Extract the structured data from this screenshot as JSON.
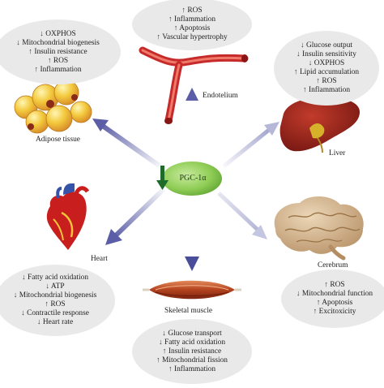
{
  "center": {
    "label": "PGC-1α"
  },
  "organs": {
    "endothelium": {
      "label": "Endotelium",
      "effects": [
        {
          "arrow": "↑",
          "text": "ROS"
        },
        {
          "arrow": "↑",
          "text": "Inflammation"
        },
        {
          "arrow": "↑",
          "text": "Apoptosis"
        },
        {
          "arrow": "↑",
          "text": "Vascular hypertrophy"
        }
      ]
    },
    "adipose": {
      "label": "Adipose tissue",
      "effects": [
        {
          "arrow": "↓",
          "text": "OXPHOS"
        },
        {
          "arrow": "↓",
          "text": "Mitochondrial biogenesis"
        },
        {
          "arrow": "↑",
          "text": "Insulin resistance"
        },
        {
          "arrow": "↑",
          "text": "ROS"
        },
        {
          "arrow": "↑",
          "text": "Inflammation"
        }
      ]
    },
    "liver": {
      "label": "Liver",
      "effects": [
        {
          "arrow": "↓",
          "text": "Glucose output"
        },
        {
          "arrow": "↓",
          "text": "Insulin sensitivity"
        },
        {
          "arrow": "↓",
          "text": "OXPHOS"
        },
        {
          "arrow": "↑",
          "text": "Lipid accumulation"
        },
        {
          "arrow": "↑",
          "text": "ROS"
        },
        {
          "arrow": "↑",
          "text": "Inflammation"
        }
      ]
    },
    "heart": {
      "label": "Heart",
      "effects": [
        {
          "arrow": "↓",
          "text": "Fatty acid oxidation"
        },
        {
          "arrow": "↓",
          "text": "ATP"
        },
        {
          "arrow": "↓",
          "text": "Mitochondrial biogenesis"
        },
        {
          "arrow": "↑",
          "text": "ROS"
        },
        {
          "arrow": "↓",
          "text": "Contractile response"
        },
        {
          "arrow": "↓",
          "text": "Heart rate"
        }
      ]
    },
    "cerebrum": {
      "label": "Cerebrum",
      "effects": [
        {
          "arrow": "↑",
          "text": "ROS"
        },
        {
          "arrow": "↓",
          "text": "Mitochondrial function"
        },
        {
          "arrow": "↑",
          "text": "Apoptosis"
        },
        {
          "arrow": "↑",
          "text": "Excitoxicity"
        }
      ]
    },
    "muscle": {
      "label": "Skeletal muscle",
      "effects": [
        {
          "arrow": "↓",
          "text": "Glucose transport"
        },
        {
          "arrow": "↓",
          "text": "Fatty acid oxidation"
        },
        {
          "arrow": "↑",
          "text": "Insulin resistance"
        },
        {
          "arrow": "↑",
          "text": "Mitochondrial fission"
        },
        {
          "arrow": "↑",
          "text": "Inflammation"
        }
      ]
    }
  },
  "colors": {
    "bubble": "#e9e9e9",
    "center_fill": "#7cc24a",
    "down_arrow": "#1f6b2a",
    "connector": "#5b5ea6"
  }
}
